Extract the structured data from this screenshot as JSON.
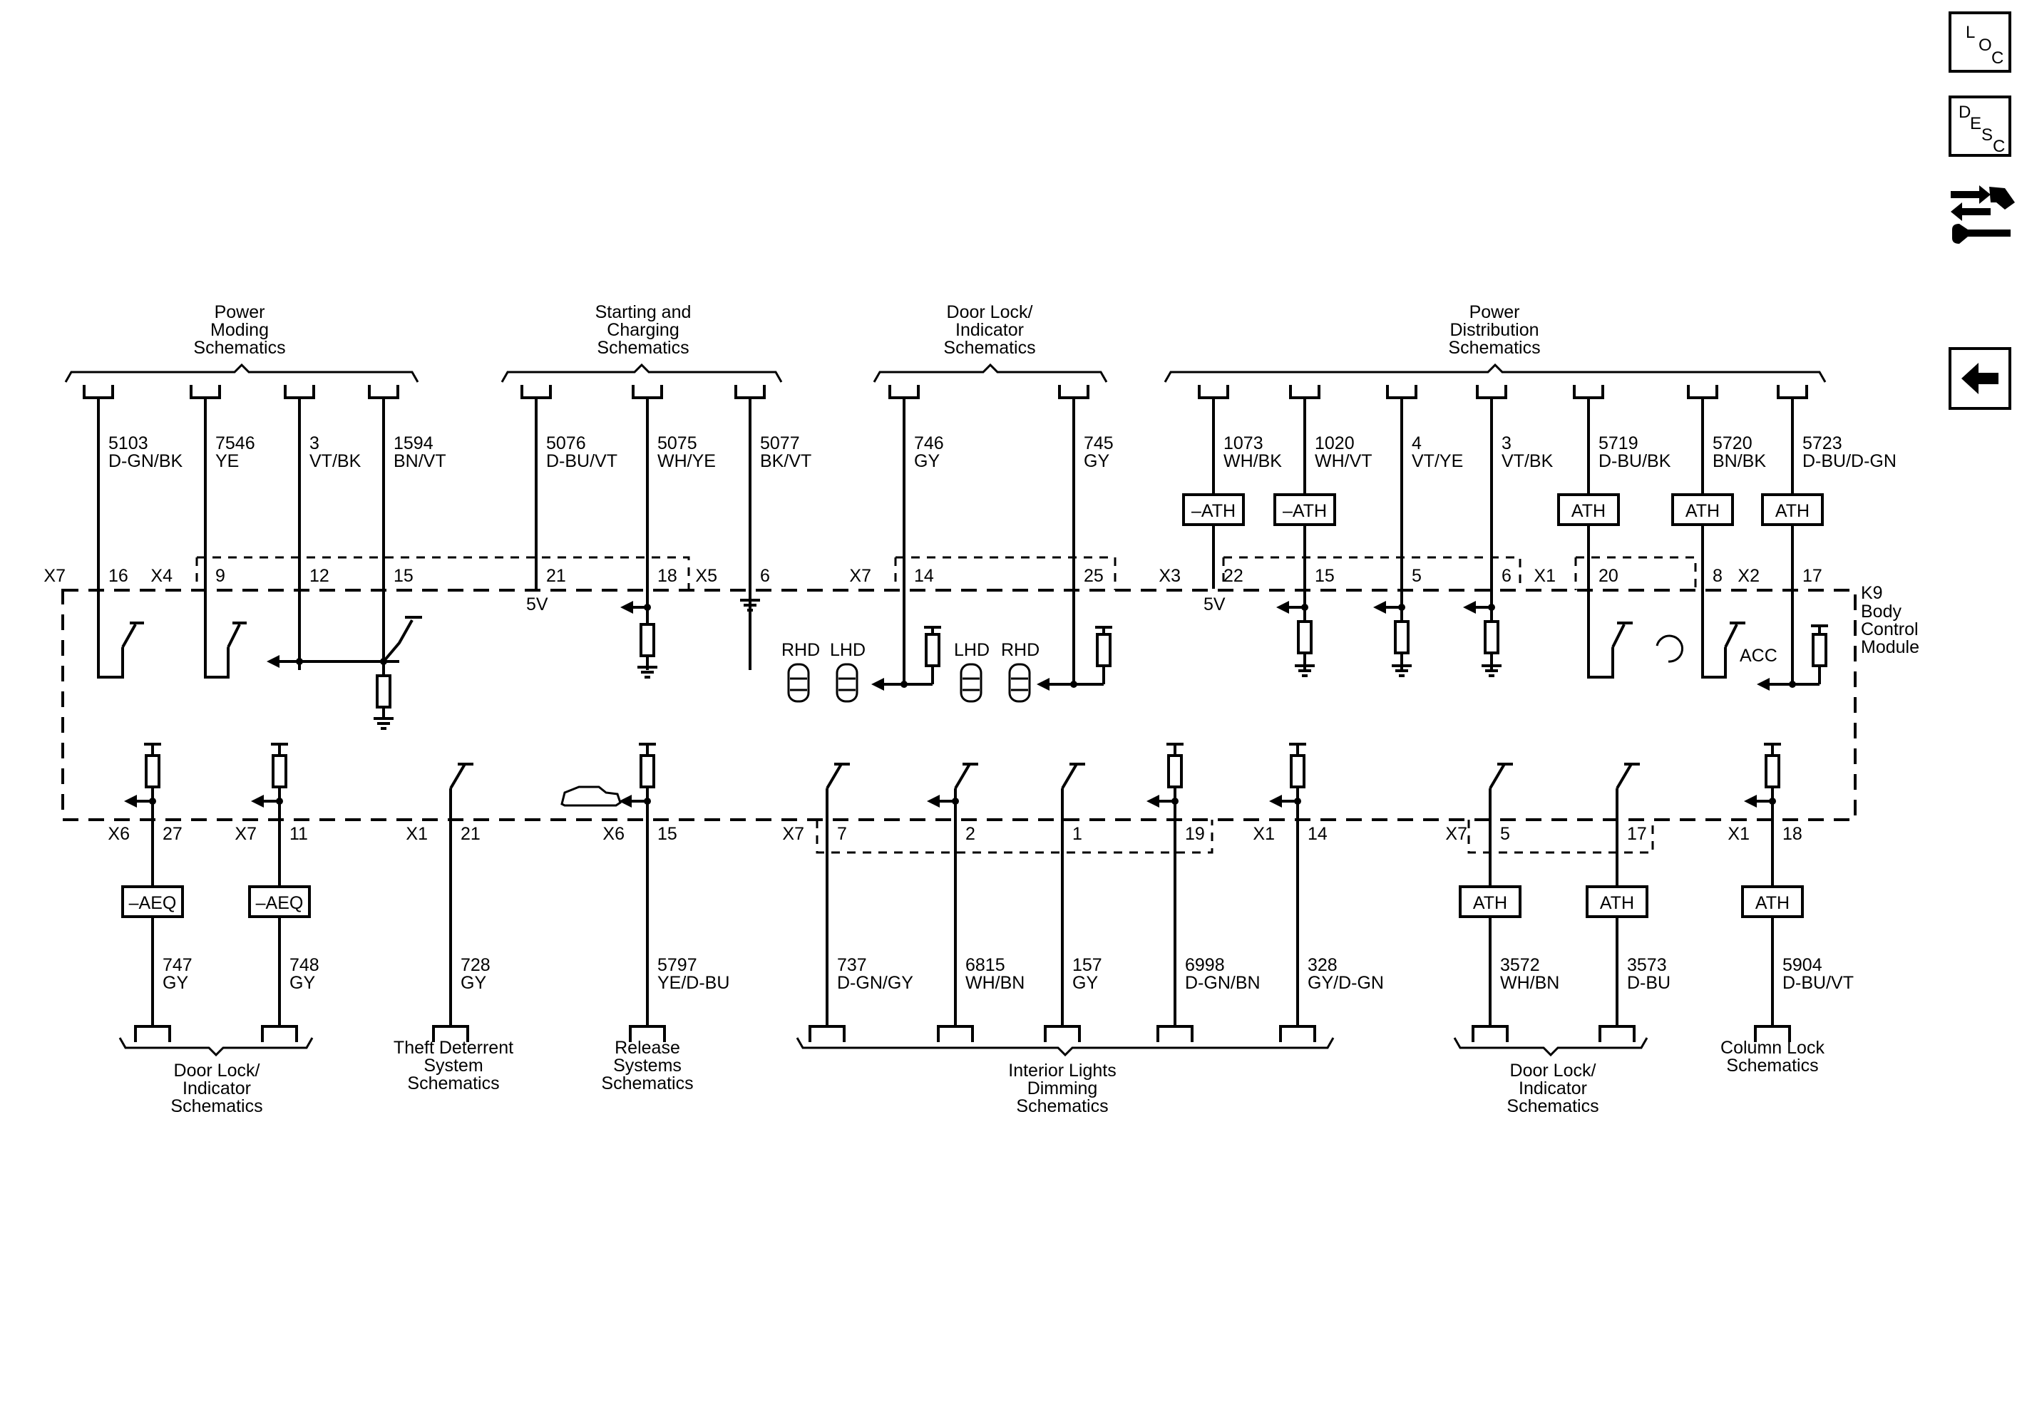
{
  "nav": {
    "loc": [
      "L",
      "O",
      "C"
    ],
    "desc": [
      "D",
      "E",
      "S",
      "C"
    ]
  },
  "module": {
    "id": "K9",
    "name_lines": [
      "Body",
      "Control",
      "Module"
    ]
  },
  "top_groups": [
    {
      "lines": [
        "Power",
        "Moding",
        "Schematics"
      ]
    },
    {
      "lines": [
        "Starting and",
        "Charging",
        "Schematics"
      ]
    },
    {
      "lines": [
        "Door Lock/",
        "Indicator",
        "Schematics"
      ]
    },
    {
      "lines": [
        "Power",
        "Distribution",
        "Schematics"
      ]
    }
  ],
  "top_circuits": [
    {
      "circuit": "5103",
      "color": "D-GN/BK",
      "connector": "X7",
      "pin": "16"
    },
    {
      "circuit": "7546",
      "color": "YE",
      "connector": "X4",
      "pin": "9"
    },
    {
      "circuit": "3",
      "color": "VT/BK",
      "connector": "",
      "pin": "12"
    },
    {
      "circuit": "1594",
      "color": "BN/VT",
      "connector": "",
      "pin": "15"
    },
    {
      "circuit": "5076",
      "color": "D-BU/VT",
      "connector": "",
      "pin": "21",
      "internal": "5V"
    },
    {
      "circuit": "5075",
      "color": "WH/YE",
      "connector": "",
      "pin": "18"
    },
    {
      "circuit": "5077",
      "color": "BK/VT",
      "connector": "X5",
      "pin": "6"
    },
    {
      "circuit": "746",
      "color": "GY",
      "connector": "X7",
      "pin": "14"
    },
    {
      "circuit": "745",
      "color": "GY",
      "connector": "",
      "pin": "25"
    },
    {
      "circuit": "1073",
      "color": "WH/BK",
      "connector": "X3",
      "pin": "22",
      "option": "–ATH",
      "internal": "5V"
    },
    {
      "circuit": "1020",
      "color": "WH/VT",
      "connector": "",
      "pin": "15",
      "option": "–ATH"
    },
    {
      "circuit": "4",
      "color": "VT/YE",
      "connector": "",
      "pin": "5"
    },
    {
      "circuit": "3",
      "color": "VT/BK",
      "connector": "",
      "pin": "6"
    },
    {
      "circuit": "5719",
      "color": "D-BU/BK",
      "connector": "X1",
      "pin": "20",
      "option": "ATH"
    },
    {
      "circuit": "5720",
      "color": "BN/BK",
      "connector": "",
      "pin": "8",
      "option": "ATH"
    },
    {
      "circuit": "5723",
      "color": "D-BU/D-GN",
      "connector": "X2",
      "pin": "17",
      "option": "ATH"
    }
  ],
  "internal_labels": {
    "rhd1": "RHD",
    "lhd1": "LHD",
    "lhd2": "LHD",
    "rhd2": "RHD",
    "acc": "ACC"
  },
  "bottom_circuits": [
    {
      "circuit": "747",
      "color": "GY",
      "connector": "X6",
      "pin": "27",
      "option": "–AEQ"
    },
    {
      "circuit": "748",
      "color": "GY",
      "connector": "X7",
      "pin": "11",
      "option": "–AEQ"
    },
    {
      "circuit": "728",
      "color": "GY",
      "connector": "X1",
      "pin": "21"
    },
    {
      "circuit": "5797",
      "color": "YE/D-BU",
      "connector": "X6",
      "pin": "15"
    },
    {
      "circuit": "737",
      "color": "D-GN/GY",
      "connector": "X7",
      "pin": "7"
    },
    {
      "circuit": "6815",
      "color": "WH/BN",
      "connector": "",
      "pin": "2"
    },
    {
      "circuit": "157",
      "color": "GY",
      "connector": "",
      "pin": "1"
    },
    {
      "circuit": "6998",
      "color": "D-GN/BN",
      "connector": "",
      "pin": "19"
    },
    {
      "circuit": "328",
      "color": "GY/D-GN",
      "connector": "X1",
      "pin": "14"
    },
    {
      "circuit": "3572",
      "color": "WH/BN",
      "connector": "X7",
      "pin": "5",
      "option": "ATH"
    },
    {
      "circuit": "3573",
      "color": "D-BU",
      "connector": "",
      "pin": "17",
      "option": "ATH"
    },
    {
      "circuit": "5904",
      "color": "D-BU/VT",
      "connector": "X1",
      "pin": "18",
      "option": "ATH"
    }
  ],
  "bottom_groups": [
    {
      "lines": [
        "Door Lock/",
        "Indicator",
        "Schematics"
      ]
    },
    {
      "lines": [
        "Theft Deterrent",
        "System",
        "Schematics"
      ]
    },
    {
      "lines": [
        "Release",
        "Systems",
        "Schematics"
      ]
    },
    {
      "lines": [
        "Interior Lights",
        "Dimming",
        "Schematics"
      ]
    },
    {
      "lines": [
        "Door Lock/",
        "Indicator",
        "Schematics"
      ]
    },
    {
      "lines": [
        "Column Lock",
        "Schematics"
      ]
    }
  ]
}
